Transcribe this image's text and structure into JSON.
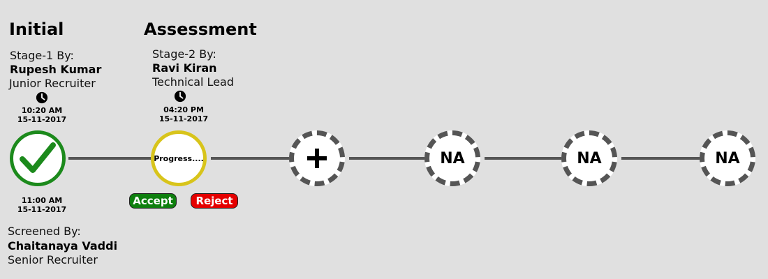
{
  "stages": [
    {
      "title": "Initial",
      "by_label": "Stage-1 By:",
      "by_name": "Rupesh Kumar",
      "by_role": "Junior Recruiter",
      "start_time": "10:20 AM",
      "start_date": "15-11-2017",
      "end_time": "11:00 AM",
      "end_date": "15-11-2017",
      "screened_label": "Screened By:",
      "screened_name": "Chaitanaya Vaddi",
      "screened_role": "Senior Recruiter"
    },
    {
      "title": "Assessment",
      "by_label": "Stage-2 By:",
      "by_name": "Ravi Kiran",
      "by_role": "Technical Lead",
      "start_time": "04:20 PM",
      "start_date": "15-11-2017",
      "status_text": "Progress....",
      "accept_label": "Accept",
      "reject_label": "Reject"
    }
  ],
  "add_node_label": "+",
  "pending_nodes": [
    "NA",
    "NA",
    "NA"
  ],
  "colors": {
    "done": "#1c8a1c",
    "progress": "#d8c41b",
    "accept": "#0e7f0e",
    "reject": "#e50000"
  },
  "icons": {
    "completed": "checkmark-icon",
    "time": "clock-icon",
    "add": "plus-icon"
  }
}
